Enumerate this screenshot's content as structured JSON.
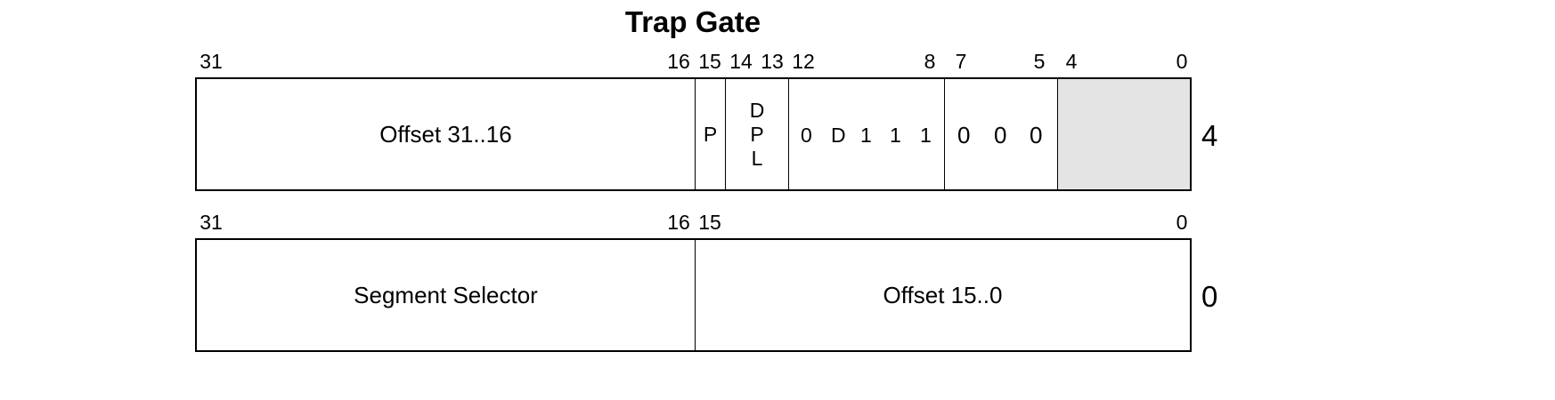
{
  "title": "Trap Gate",
  "row1": {
    "bits": [
      "31",
      "16",
      "15",
      "14",
      "13",
      "12",
      "8",
      "7",
      "5",
      "4",
      "0"
    ],
    "offset_high": "Offset 31..16",
    "p": "P",
    "dpl": [
      "D",
      "P",
      "L"
    ],
    "type_bits": [
      "0",
      "D",
      "1",
      "1",
      "1"
    ],
    "zero_bits": [
      "0",
      "0",
      "0"
    ],
    "reserved_color": "#e4e4e4",
    "offset_label": "4"
  },
  "row2": {
    "bits": [
      "31",
      "16",
      "15",
      "0"
    ],
    "selector": "Segment Selector",
    "offset_low": "Offset 15..0",
    "offset_label": "0"
  }
}
